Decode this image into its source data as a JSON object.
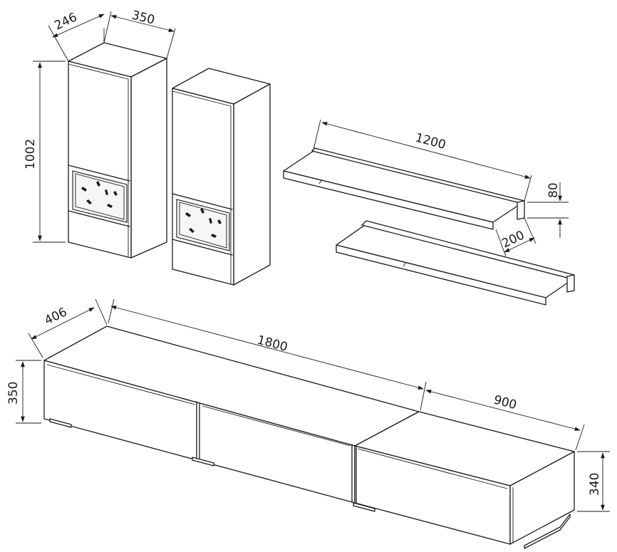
{
  "dimensions": {
    "cabinet_depth": "246",
    "cabinet_width": "350",
    "cabinet_height": "1002",
    "shelf_length": "1200",
    "shelf_thickness": "80",
    "shelf_depth": "200",
    "tv_depth": "406",
    "tv_length": "1800",
    "tv_height": "350",
    "tv_right_length": "900",
    "tv_right_height": "340"
  },
  "colors": {
    "line": "#1a1a1a",
    "background": "#ffffff"
  }
}
